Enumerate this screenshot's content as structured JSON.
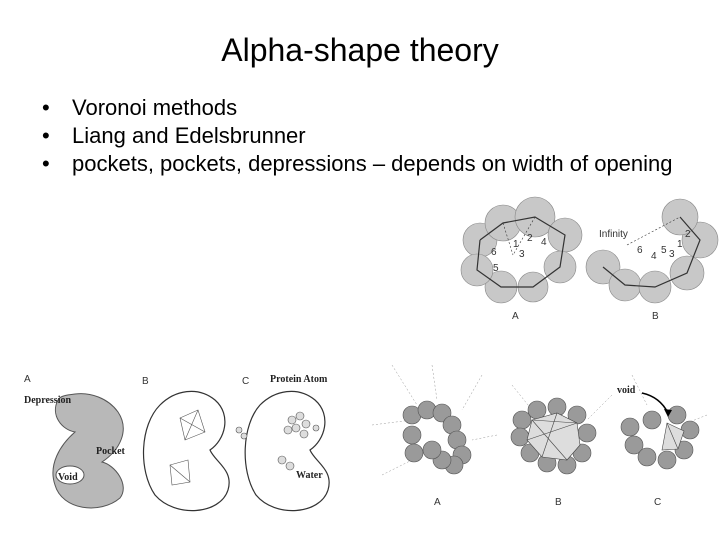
{
  "slide": {
    "title": "Alpha-shape theory",
    "bullets": [
      "Voronoi methods",
      "Liang and Edelsbrunner",
      "pockets, pockets, depressions – depends on width of opening"
    ]
  },
  "figure_top": {
    "panel_a": {
      "label": "A",
      "numbers": [
        "1",
        "2",
        "3",
        "4",
        "5",
        "6"
      ]
    },
    "panel_b": {
      "label": "B",
      "infinity_label": "Infinity",
      "numbers": [
        "1",
        "2",
        "3",
        "4",
        "5",
        "6"
      ]
    }
  },
  "figure_bottom_left": {
    "panel_labels": [
      "A",
      "B",
      "C"
    ],
    "depression_label": "Depression",
    "pocket_label": "Pocket",
    "void_label": "Void",
    "protein_atom_label": "Protein Atom",
    "water_label": "Water"
  },
  "figure_bottom_right": {
    "panel_labels": [
      "A",
      "B",
      "C"
    ],
    "void_label": "void"
  }
}
